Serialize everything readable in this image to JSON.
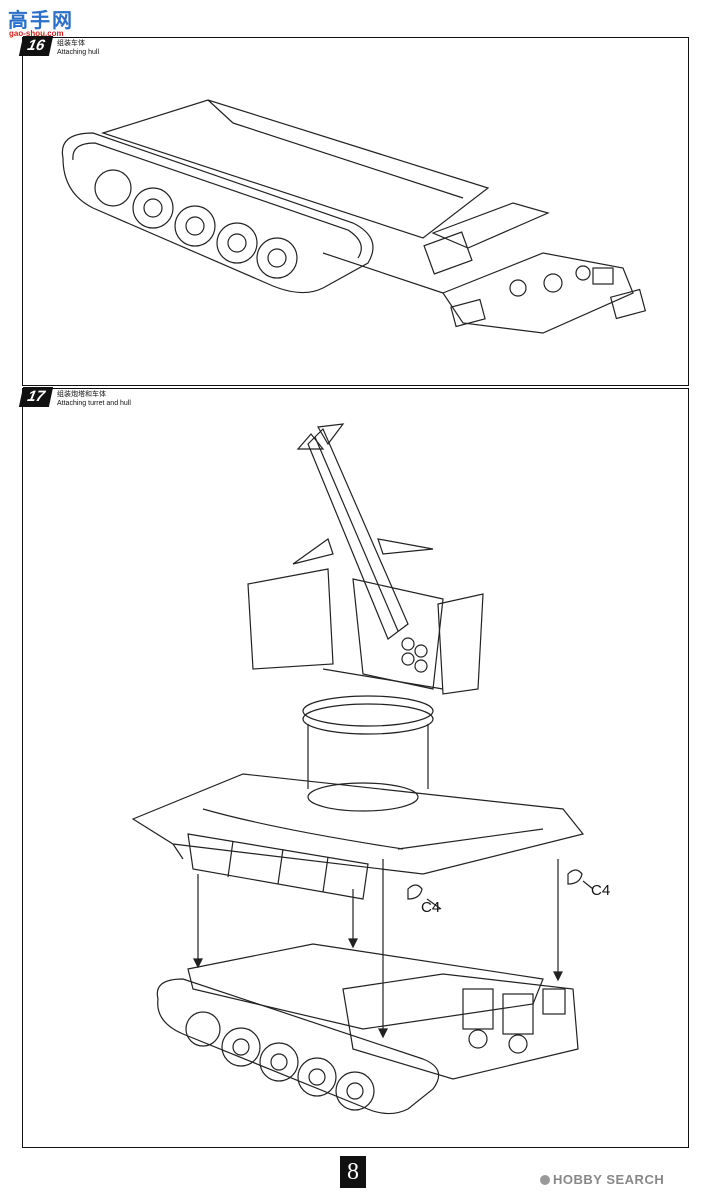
{
  "watermark": {
    "chinese": "高手网",
    "url": "gao-shou.com"
  },
  "steps": [
    {
      "number": "16",
      "title_cn": "组装车体",
      "title_en": "Attaching hull"
    },
    {
      "number": "17",
      "title_cn": "组装炮塔和车体",
      "title_en": "Attaching turret and  hull"
    }
  ],
  "part_labels": [
    "C4",
    "C4"
  ],
  "page_number": "8",
  "footer_brand": "HOBBY SEARCH"
}
